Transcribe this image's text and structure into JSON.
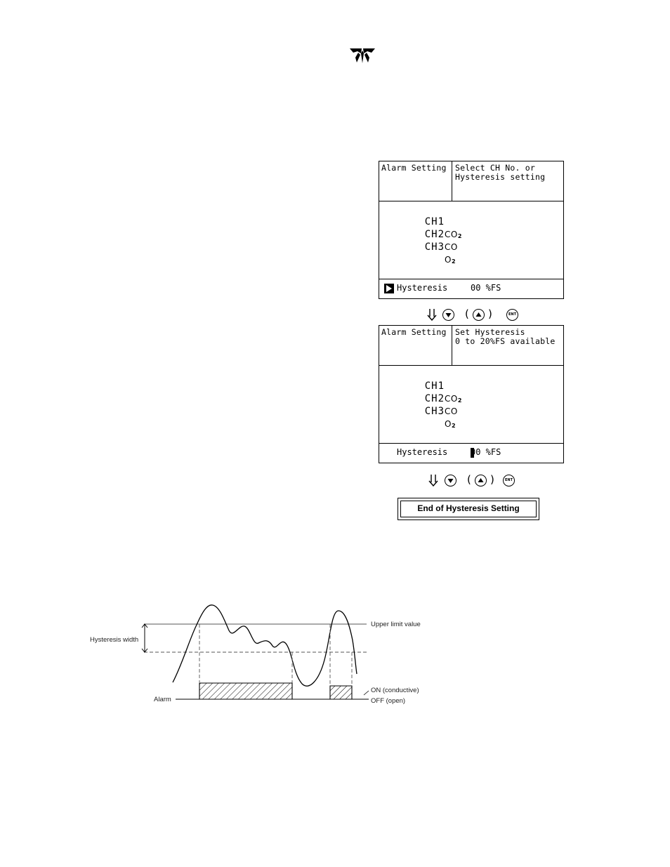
{
  "logo": {
    "name": "teledyne-logo-icon"
  },
  "screen1": {
    "title": "Alarm Setting",
    "instruction_line1": "Select CH No. or",
    "instruction_line2": "Hysteresis setting",
    "channels": [
      {
        "ch": "CH1",
        "gas": "CO",
        "sub": "2"
      },
      {
        "ch": "CH2",
        "gas": "CO",
        "sub": ""
      },
      {
        "ch": "CH3",
        "gas": "O",
        "sub": "2"
      }
    ],
    "footer_label": "Hysteresis",
    "footer_value": "00 %FS",
    "cursor_icon": "selection-cursor-icon"
  },
  "screen2": {
    "title": "Alarm Setting",
    "instruction_line1": "Set Hysteresis",
    "instruction_line2": "0 to 20%FS available",
    "channels": [
      {
        "ch": "CH1",
        "gas": "CO",
        "sub": "2"
      },
      {
        "ch": "CH2",
        "gas": "CO",
        "sub": ""
      },
      {
        "ch": "CH3",
        "gas": "O",
        "sub": "2"
      }
    ],
    "footer_label": "Hysteresis",
    "footer_value": "00 %FS"
  },
  "keys": {
    "open_paren": "(",
    "close_paren": ")",
    "ent_label": "ENT",
    "icons": [
      "down-arrow-icon",
      "down-key-icon",
      "up-key-icon",
      "ent-key-icon"
    ]
  },
  "end_box": {
    "label": "End of Hysteresis Setting"
  },
  "graph": {
    "hysteresis_width_label": "Hysteresis width",
    "upper_limit_label": "Upper limit value",
    "on_label": "ON (conductive)",
    "off_label": "OFF (open)",
    "alarm_label": "Alarm"
  }
}
